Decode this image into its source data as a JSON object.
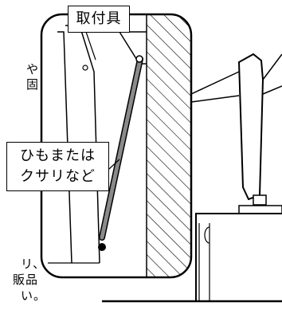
{
  "labels": {
    "mount_fixture": "取付具",
    "rope_line1": "ひもまたは",
    "rope_line2": "クサリなど"
  },
  "cropped_text": {
    "left_top": [
      "や",
      "固"
    ],
    "bottom_right": [
      "リ、",
      "販品",
      "い。"
    ]
  },
  "colors": {
    "line": "#000000",
    "rope": "#8a8a8a",
    "background": "#ffffff"
  }
}
